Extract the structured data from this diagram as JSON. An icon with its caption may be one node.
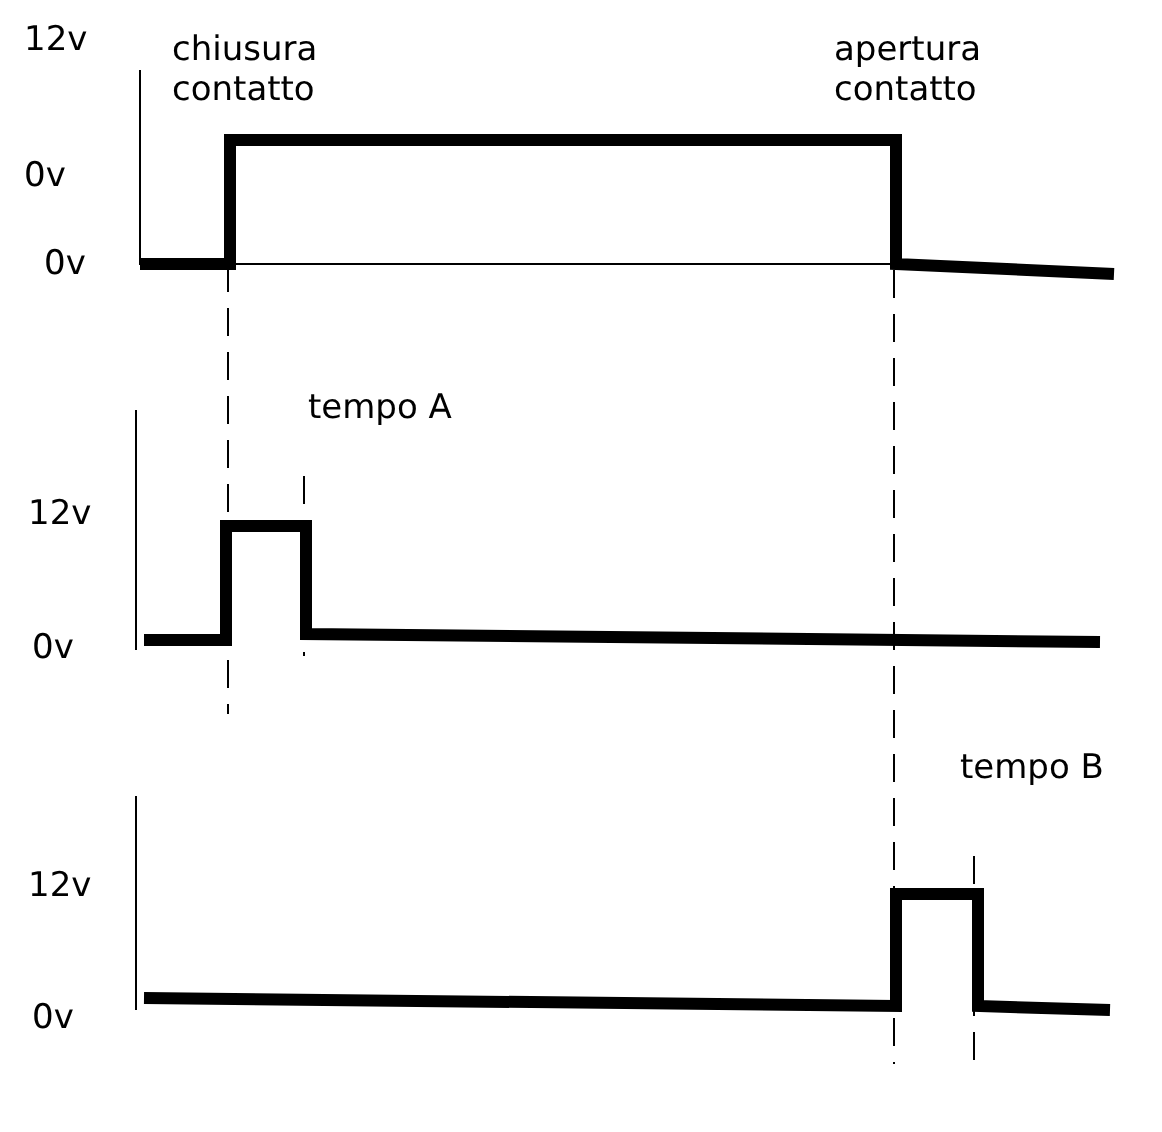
{
  "diagram": {
    "labels": [
      "12v",
      "chiusura contatto",
      "apertura contatto",
      "0v",
      "0v",
      "tempo A",
      "12v",
      "0v",
      "tempo B",
      "12v",
      "0v"
    ]
  }
}
